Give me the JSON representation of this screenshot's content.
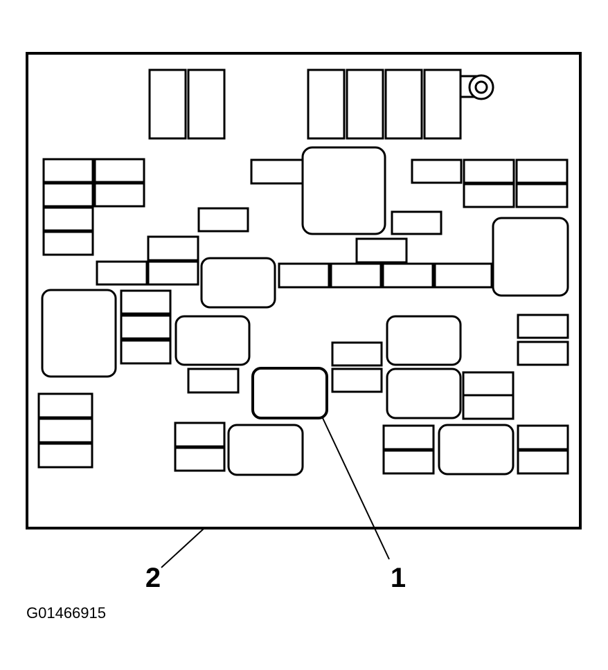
{
  "callouts": {
    "relay": "1",
    "fuse_block": "2"
  },
  "figure_id": "G01466915"
}
